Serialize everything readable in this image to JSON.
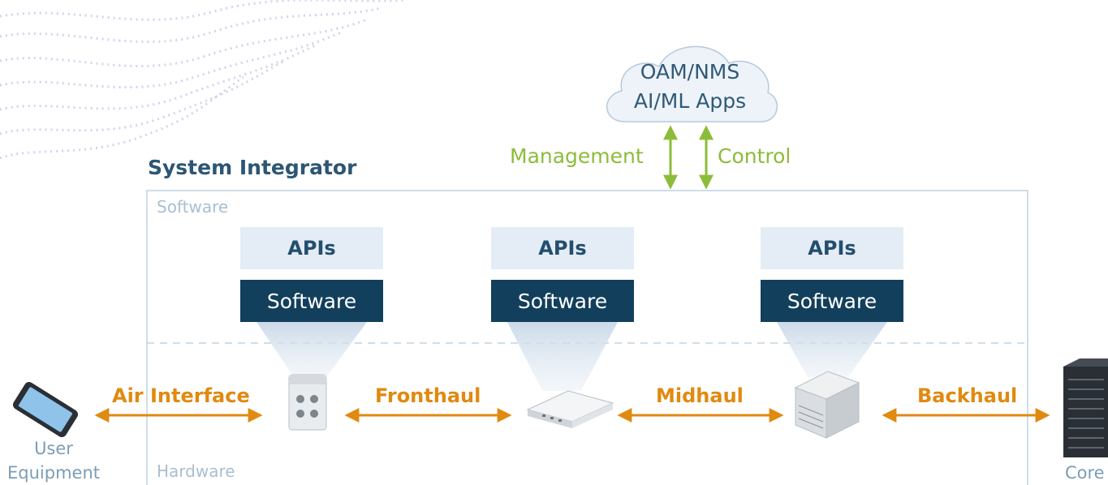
{
  "cloud": {
    "line1": "OAM/NMS",
    "line2": "AI/ML Apps"
  },
  "links": {
    "management": "Management",
    "control": "Control"
  },
  "system": {
    "title": "System Integrator",
    "software_zone": "Software",
    "hardware_zone": "Hardware"
  },
  "nodes": [
    {
      "api": "APIs",
      "software": "Software"
    },
    {
      "api": "APIs",
      "software": "Software"
    },
    {
      "api": "APIs",
      "software": "Software"
    }
  ],
  "interfaces": {
    "air": "Air Interface",
    "fronthaul": "Fronthaul",
    "midhaul": "Midhaul",
    "backhaul": "Backhaul"
  },
  "endpoints": {
    "ue_line1": "User",
    "ue_line2": "Equipment",
    "core": "Core"
  },
  "colors": {
    "navy": "#123f5c",
    "api_bg": "#e4ecf5",
    "green": "#8cbd3a",
    "orange": "#e08a10"
  }
}
